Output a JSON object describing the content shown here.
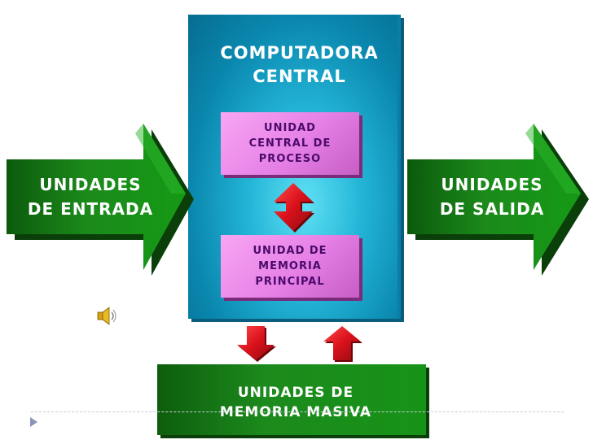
{
  "diagram": {
    "cpu": {
      "title_line1": "COMPUTADORA",
      "title_line2": "CENTRAL",
      "ucp": [
        "UNIDAD",
        "CENTRAL DE",
        "PROCESO"
      ],
      "memory": [
        "UNIDAD DE",
        "MEMORIA",
        "PRINCIPAL"
      ]
    },
    "input": {
      "line1": "UNIDADES",
      "line2": "DE ENTRADA"
    },
    "output": {
      "line1": "UNIDADES",
      "line2": "DE SALIDA"
    },
    "storage": {
      "line1": "UNIDADES DE",
      "line2": "MEMORIA MASIVA"
    }
  },
  "colors": {
    "cpu_blue": "#22b4d6",
    "pink": "#e680e6",
    "green": "#1c8a1c",
    "red_arrow": "#d9111b"
  },
  "icons": {
    "speaker": "speaker-icon",
    "slide_bullet": "triangle-bullet-icon"
  }
}
